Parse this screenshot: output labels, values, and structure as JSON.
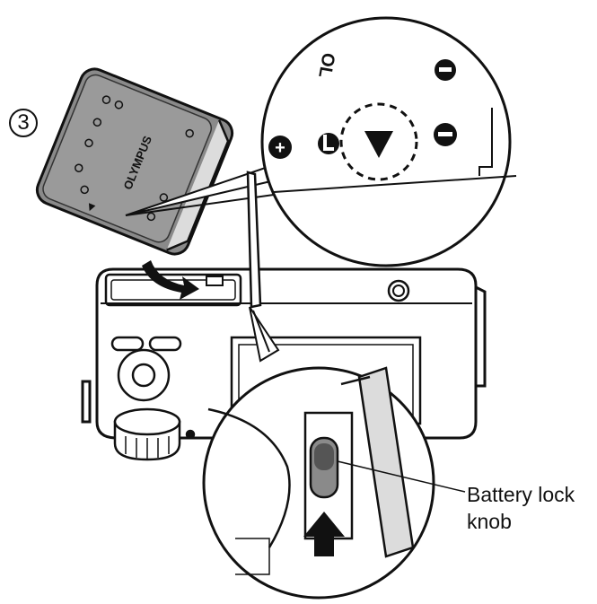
{
  "step": {
    "number": "3"
  },
  "battery": {
    "brand": "OLYMPUS"
  },
  "callout": {
    "line1": "Battery lock",
    "line2": "knob"
  },
  "zoom_symbols": {
    "plus": "+",
    "minus": "−",
    "mark": "▼"
  },
  "colors": {
    "line": "#111111",
    "fill_grey": "#8a8a8a",
    "fill_light": "#dcdcdc",
    "dark_grey": "#555555"
  }
}
